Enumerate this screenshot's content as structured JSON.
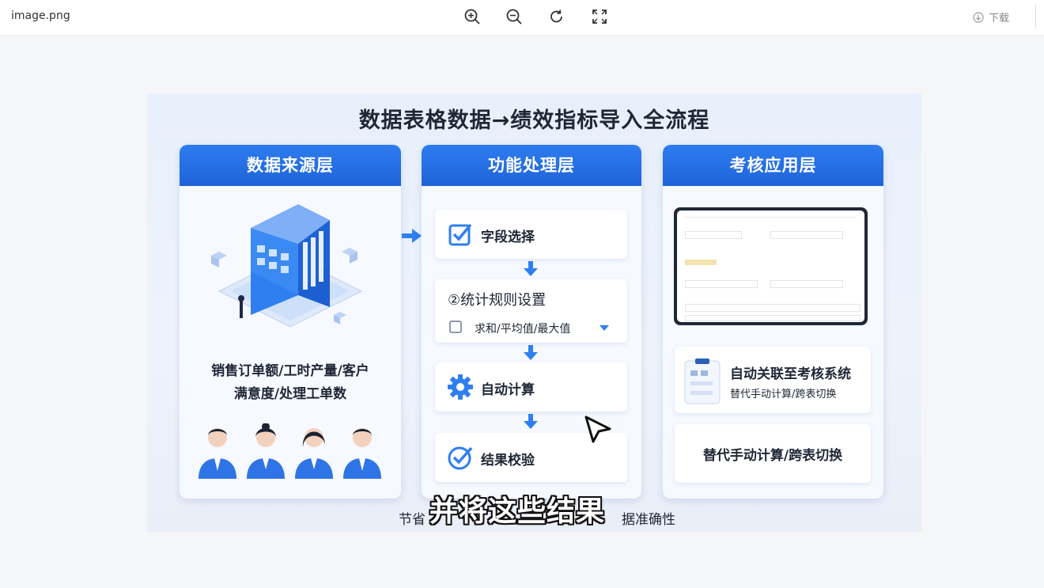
{
  "viewer": {
    "file_name": "image.png",
    "download_label": "下载",
    "tools": [
      "zoom-in-icon",
      "zoom-out-icon",
      "rotate-icon",
      "fullscreen-icon"
    ]
  },
  "slide": {
    "title": "数据表格数据→绩效指标导入全流程",
    "source": {
      "header": "数据来源层",
      "text_line1": "销售订单额/工时产量/客户",
      "text_line2": "满意度/处理工单数"
    },
    "process": {
      "header": "功能处理层",
      "step1": "字段选择",
      "step2": "②统计规则设置",
      "step2_option": "求和/平均值/最大值",
      "step3": "自动计算",
      "step4": "结果校验"
    },
    "application": {
      "header": "考核应用层",
      "card1_title": "自动关联至考核系统",
      "card1_sub": "替代手动计算/跨表切换",
      "card2_title": "替代手动计算/跨表切换"
    },
    "footer_left": "节省",
    "footer_right": "据准确性"
  },
  "subtitle": "并将这些结果",
  "colors": {
    "accent": "#1e6ee0",
    "header_bg": "#2e7cf0"
  }
}
